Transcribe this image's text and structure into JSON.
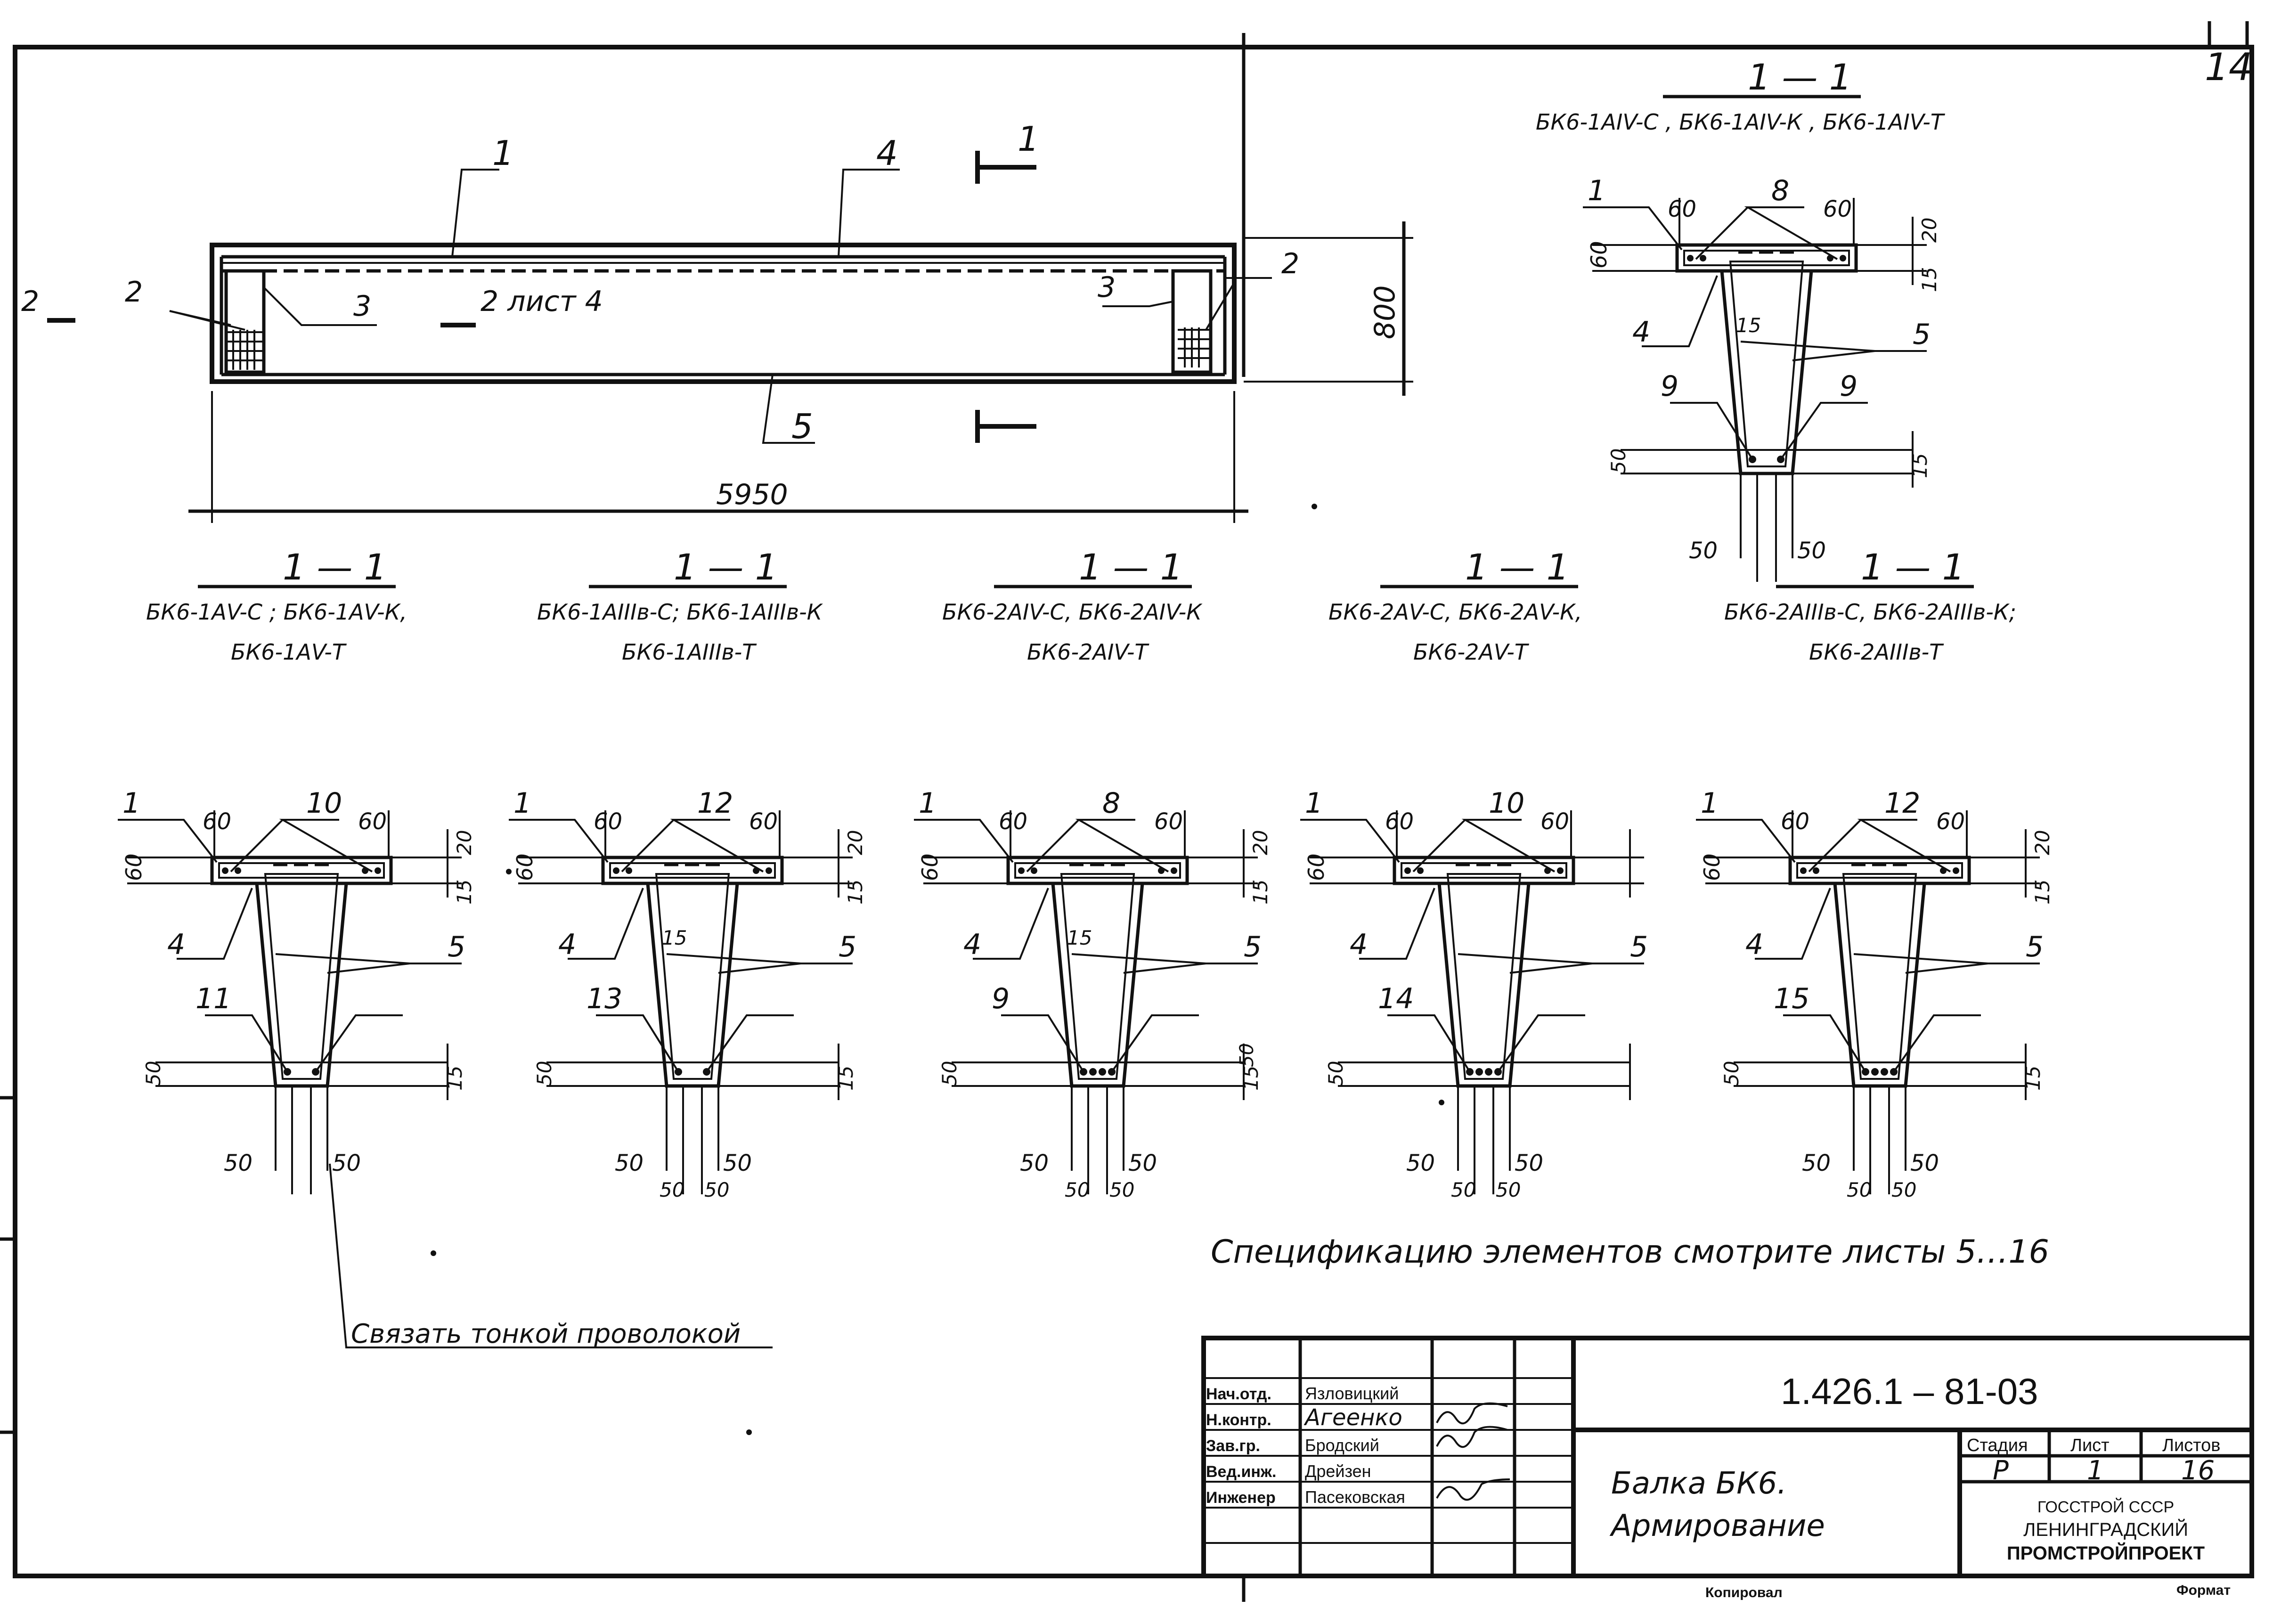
{
  "sheet": {
    "page_number": "14"
  },
  "elevation": {
    "marks": [
      "1",
      "4",
      "2",
      "3",
      "3",
      "2",
      "5"
    ],
    "section_mark": "1",
    "section_2_label": "2",
    "section_2_ref": "2 лист 4",
    "length_dim": "5950",
    "height_dim": "800"
  },
  "sections": [
    {
      "title": "1 — 1",
      "line1": "БК6-1АIV-С , БК6-1АIV-К , БК6-1АIV-Т",
      "line2": "",
      "labels": {
        "top_left": "60",
        "top_right": "60",
        "flange_h": "60",
        "flange_top": "20",
        "flange_bot": "15",
        "bottom_h": "50",
        "bottom_cover": "15",
        "bottom_w_left": "50",
        "bottom_w_right": "50",
        "web_cover": "15"
      },
      "marks": {
        "flange": "1",
        "flange_bars": "8",
        "stirrup": "4",
        "web": "5",
        "bottom_bars": "9",
        "bottom_bars_2": "9"
      }
    },
    {
      "title": "1 — 1",
      "line1": "БК6-1АV-С ; БК6-1АV-К,",
      "line2": "БК6-1АV-Т",
      "labels": {
        "top_left": "60",
        "top_right": "60",
        "flange_h": "60",
        "flange_top": "20",
        "flange_bot": "15",
        "bottom_h": "50",
        "bottom_cover": "15",
        "bottom_w_left": "50",
        "bottom_w_right": "50",
        "web_cover": ""
      },
      "marks": {
        "flange": "1",
        "flange_bars": "10",
        "stirrup": "4",
        "web": "5",
        "bottom_bars": "11",
        "bottom_bars_2": ""
      }
    },
    {
      "title": "1 — 1",
      "line1": "БК6-1АIIIв-С; БК6-1АIIIв-К",
      "line2": "БК6-1АIIIв-Т",
      "labels": {
        "top_left": "60",
        "top_right": "60",
        "flange_h": "60",
        "flange_top": "20",
        "flange_bot": "15",
        "bottom_h": "50",
        "bottom_cover": "15",
        "bottom_w_left": "50",
        "bottom_w_right": "50",
        "web_cover": "15",
        "bottom_inner_left": "50",
        "bottom_inner_right": "50"
      },
      "marks": {
        "flange": "1",
        "flange_bars": "12",
        "stirrup": "4",
        "web": "5",
        "bottom_bars": "13",
        "bottom_bars_2": ""
      }
    },
    {
      "title": "1 — 1",
      "line1": "БК6-2АIV-С, БК6-2АIV-К",
      "line2": "БК6-2АIV-Т",
      "labels": {
        "top_left": "60",
        "top_right": "60",
        "flange_h": "60",
        "flange_top": "20",
        "flange_bot": "15",
        "bottom_h": "50",
        "bottom_cover": "15",
        "bottom_w_left": "50",
        "bottom_w_right": "50",
        "web_cover": "15",
        "bottom_inner_left": "50",
        "bottom_inner_right": "50",
        "extra_right": "50"
      },
      "marks": {
        "flange": "1",
        "flange_bars": "8",
        "stirrup": "4",
        "web": "5",
        "bottom_bars": "9",
        "bottom_bars_2": ""
      }
    },
    {
      "title": "1 — 1",
      "line1": "БК6-2АV-С, БК6-2АV-К,",
      "line2": "БК6-2АV-Т",
      "labels": {
        "top_left": "60",
        "top_right": "60",
        "flange_h": "60",
        "flange_top": "",
        "flange_bot": "",
        "bottom_h": "50",
        "bottom_cover": "",
        "bottom_w_left": "50",
        "bottom_w_right": "50",
        "web_cover": "",
        "bottom_inner_left": "50",
        "bottom_inner_right": "50"
      },
      "marks": {
        "flange": "1",
        "flange_bars": "10",
        "stirrup": "4",
        "web": "5",
        "bottom_bars": "14",
        "bottom_bars_2": ""
      }
    },
    {
      "title": "1 — 1",
      "line1": "БК6-2АIIIв-С, БК6-2АIIIв-К;",
      "line2": "БК6-2АIIIв-Т",
      "labels": {
        "top_left": "60",
        "top_right": "60",
        "flange_h": "60",
        "flange_top": "20",
        "flange_bot": "15",
        "bottom_h": "50",
        "bottom_cover": "15",
        "bottom_w_left": "50",
        "bottom_w_right": "50",
        "web_cover": "",
        "bottom_inner_left": "50",
        "bottom_inner_right": "50"
      },
      "marks": {
        "flange": "1",
        "flange_bars": "12",
        "stirrup": "4",
        "web": "5",
        "bottom_bars": "15",
        "bottom_bars_2": ""
      }
    }
  ],
  "notes": {
    "spec_note": "Спецификацию элементов смотрите листы 5…16",
    "wire_note": "Связать тонкой проволокой"
  },
  "title_block": {
    "doc_code": "1.426.1 – 81-03",
    "title_line1": "Балка БК6.",
    "title_line2": "Армирование",
    "roles": [
      "Нач.отд.",
      "Н.контр.",
      "Зав.гр.",
      "Вед.инж.",
      "Инженер"
    ],
    "names": [
      "Язловицкий",
      "Агеенко",
      "Бродский",
      "Дрейзен",
      "Пасековская"
    ],
    "stage_header": "Стадия",
    "sheet_header": "Лист",
    "sheets_header": "Листов",
    "stage": "Р",
    "sheet": "1",
    "sheets": "16",
    "org_line1": "ГОССТРОЙ СССР",
    "org_line2": "ЛЕНИНГРАДСКИЙ",
    "org_line3": "ПРОМСТРОЙПРОЕКТ",
    "copied_label": "Копировал",
    "format_label": "Формат"
  }
}
